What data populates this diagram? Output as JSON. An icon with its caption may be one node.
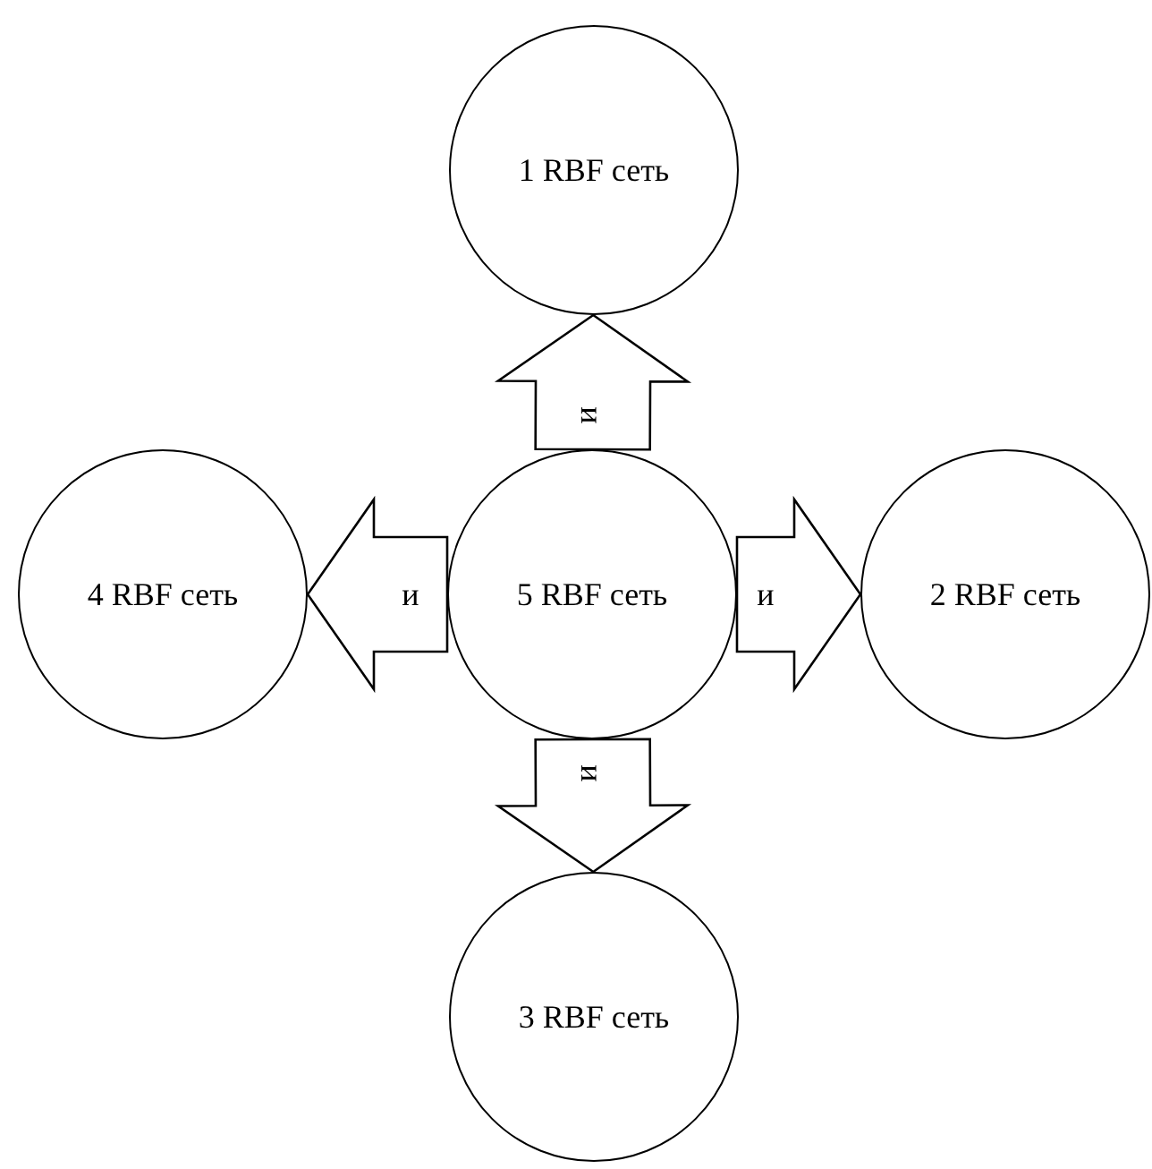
{
  "diagram": {
    "nodes": [
      {
        "text": [
          "1 RBF сеть"
        ]
      },
      {
        "text": [
          "4 RBF сеть"
        ]
      },
      {
        "text": [
          "5 RBF сеть"
        ]
      },
      {
        "text": [
          "2 RBF сеть"
        ]
      },
      {
        "text": [
          "3 RBF сеть"
        ]
      }
    ],
    "edges": [
      {
        "from": 2,
        "to": 0,
        "arrow": "to",
        "label": "и"
      },
      {
        "from": 2,
        "to": 1,
        "arrow": "to",
        "label": "и"
      },
      {
        "from": 2,
        "to": 3,
        "arrow": "to",
        "label": "и"
      },
      {
        "from": 2,
        "to": 4,
        "arrow": "to",
        "label": "и"
      }
    ]
  }
}
